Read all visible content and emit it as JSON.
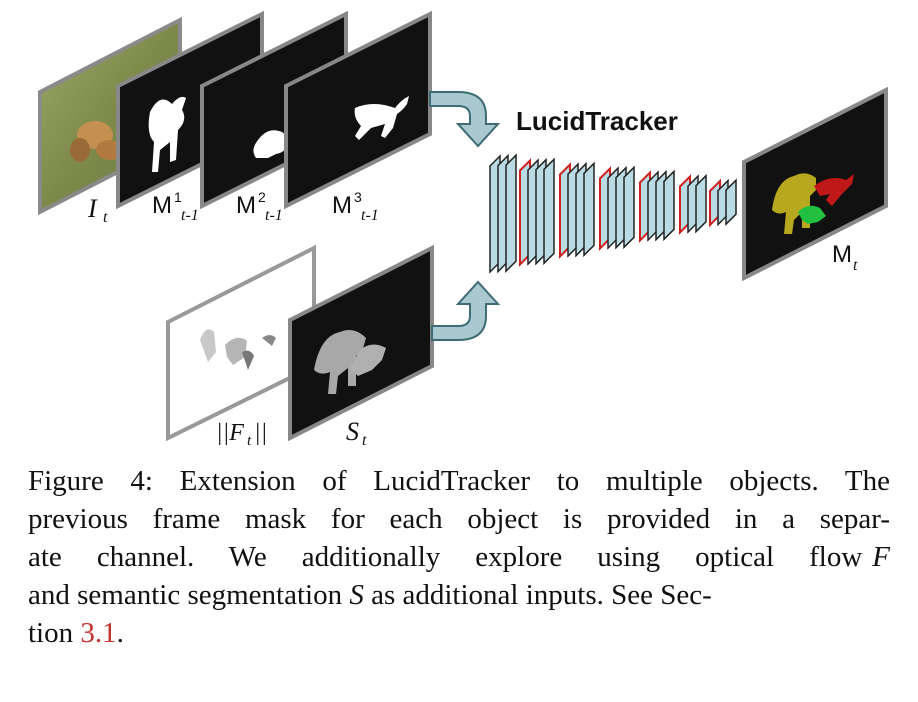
{
  "inputs": {
    "image_label": "I",
    "image_sub": "t",
    "masks": [
      {
        "base": "M",
        "sup": "1",
        "sub": "t-1"
      },
      {
        "base": "M",
        "sup": "2",
        "sub": "t-1"
      },
      {
        "base": "M",
        "sup": "3",
        "sub": "t-1"
      }
    ],
    "flow_label": "||F",
    "flow_sub": "t",
    "flow_close": "||",
    "seg_label": "S",
    "seg_sub": "t"
  },
  "network": {
    "name": "LucidTracker"
  },
  "output": {
    "label": "M",
    "sub": "t"
  },
  "colors": {
    "frame_border": "#888888",
    "mask_bg": "#111111",
    "layer_fill": "#b9dbe4",
    "layer_red": "#d02020",
    "arrow_fill": "#a9c9cf",
    "arrow_stroke": "#3f6b76",
    "obj1": "#b8a820",
    "obj2": "#c01818",
    "obj3": "#22c040",
    "caption_ref": "#c4302b"
  },
  "caption": {
    "line1": "Figure 4: Extension of LucidTracker to multiple objects. The",
    "line2": "previous frame mask for each object is provided in a separ-",
    "line3": "ate channel. We additionally explore using optical flow",
    "line3_sym": "F",
    "line4a": "and semantic segmentation",
    "line4_sym": "S",
    "line4b": "as additional inputs. See Sec-",
    "line5a": "tion",
    "line5_ref": "3.1",
    "line5b": "."
  }
}
